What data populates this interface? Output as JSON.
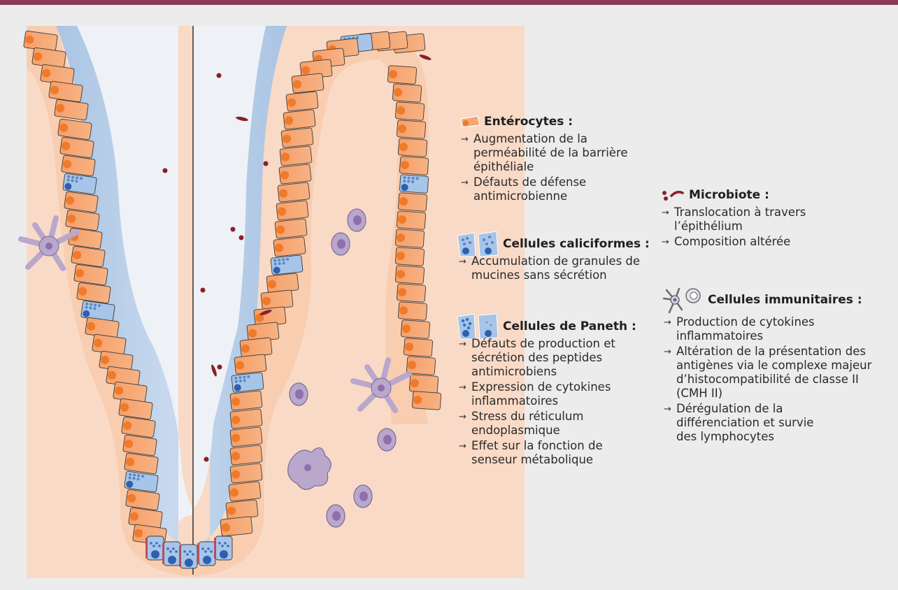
{
  "legend": {
    "enterocytes": {
      "title": "Entérocytes :",
      "items": [
        "Augmentation de la perméabilité de la barrière épithéliale",
        "Défauts de défense antimicrobienne"
      ]
    },
    "goblet": {
      "title": "Cellules caliciformes :",
      "items": [
        "Accumulation de granules de mucines sans sécrétion"
      ]
    },
    "paneth": {
      "title": "Cellules de Paneth :",
      "items": [
        "Défauts de production et sécrétion des peptides antimicrobiens",
        "Expression de cytokines inflammatoires",
        "Stress du réticulum endoplasmique",
        "Effet sur la fonction de senseur métabolique"
      ]
    },
    "microbiota": {
      "title": "Microbiote :",
      "items": [
        "Translocation à travers l’épithélium",
        "Composition altérée"
      ]
    },
    "immune": {
      "title": "Cellules immunitaires :",
      "items": [
        "Production de cytokines inflammatoires",
        "Altération de la présentation des antigènes via le complexe majeur d’histocompatibilité de classe II (CMH II)",
        "Dérégulation de la différenciation et survie des lymphocytes"
      ]
    }
  },
  "colors": {
    "header_bar": "#8a3c57",
    "tissue": "#f9dac6",
    "lumen": "#eef2f7",
    "mucus": "#a9c4e3",
    "enterocyte": "#f6a870",
    "enterocyte_nucleus": "#ef7a2a",
    "goblet": "#a6c5e8",
    "goblet_granule": "#3d6fbc",
    "paneth_nucleus": "#2f5fae",
    "paneth_granule": "#c83a48",
    "bacteria": "#8b1f28",
    "immune_cell": "#b9a7cc",
    "immune_nucleus": "#8e70ad"
  }
}
